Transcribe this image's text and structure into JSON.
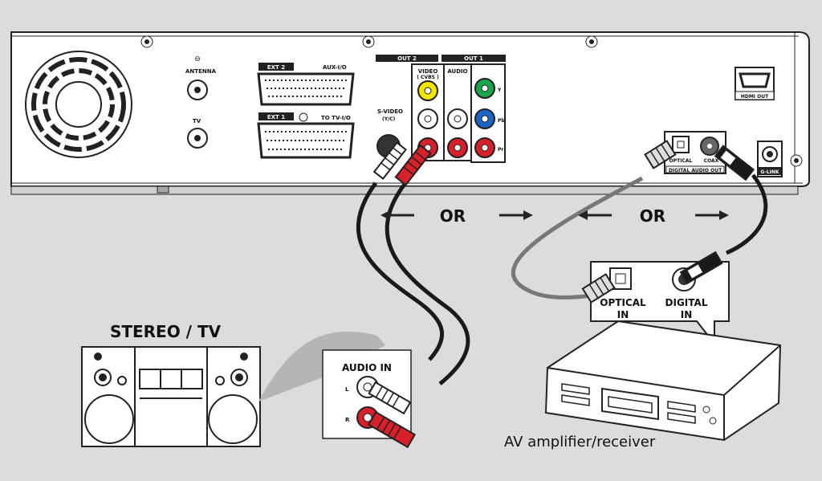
{
  "player": {
    "antenna_label": "ANTENNA",
    "tv_label": "TV",
    "ext2_label": "EXT 2",
    "aux_label": "AUX-I/O",
    "ext1_label": "EXT 1",
    "totv_label": "TO TV-I/O",
    "svideo_label": "S-VIDEO",
    "svideo_sub": "(Y/C)",
    "out2_label": "OUT 2",
    "out1_label": "OUT 1",
    "video_label": "VIDEO",
    "cvbs_label": "( CVBS )",
    "audio_label": "AUDIO",
    "y_label": "Y",
    "pb_label": "Pb",
    "pr_label": "Pr",
    "optical_label": "OPTICAL",
    "coax_label": "COAX",
    "digital_out_label": "DIGITAL AUDIO OUT",
    "hdmi_label": "HDMI OUT",
    "glink_label": "G-LINK"
  },
  "diagram": {
    "or_left": "OR",
    "or_right": "OR",
    "stereo_tv_title": "STEREO / TV",
    "audio_in_label": "AUDIO IN",
    "left_label": "L",
    "right_label": "R",
    "optical_in_label_1": "OPTICAL",
    "optical_in_label_2": "IN",
    "digital_in_label_1": "DIGITAL",
    "digital_in_label_2": "IN",
    "receiver_caption": "AV amplifier/receiver"
  },
  "colors": {
    "background": "#dcdcdd",
    "jack_yellow": "#f2e600",
    "jack_green": "#1aa54a",
    "jack_blue": "#1d63c6",
    "jack_red": "#d8202a",
    "plug_red": "#d8202a"
  },
  "icons": [
    "cooling-fan-icon",
    "antenna-jack-icon",
    "scart-connector-icon",
    "hdmi-port-icon",
    "optical-port-icon",
    "coaxial-port-icon",
    "rca-plug-icon",
    "arrow-icon",
    "stereo-boombox-icon",
    "receiver-icon"
  ]
}
